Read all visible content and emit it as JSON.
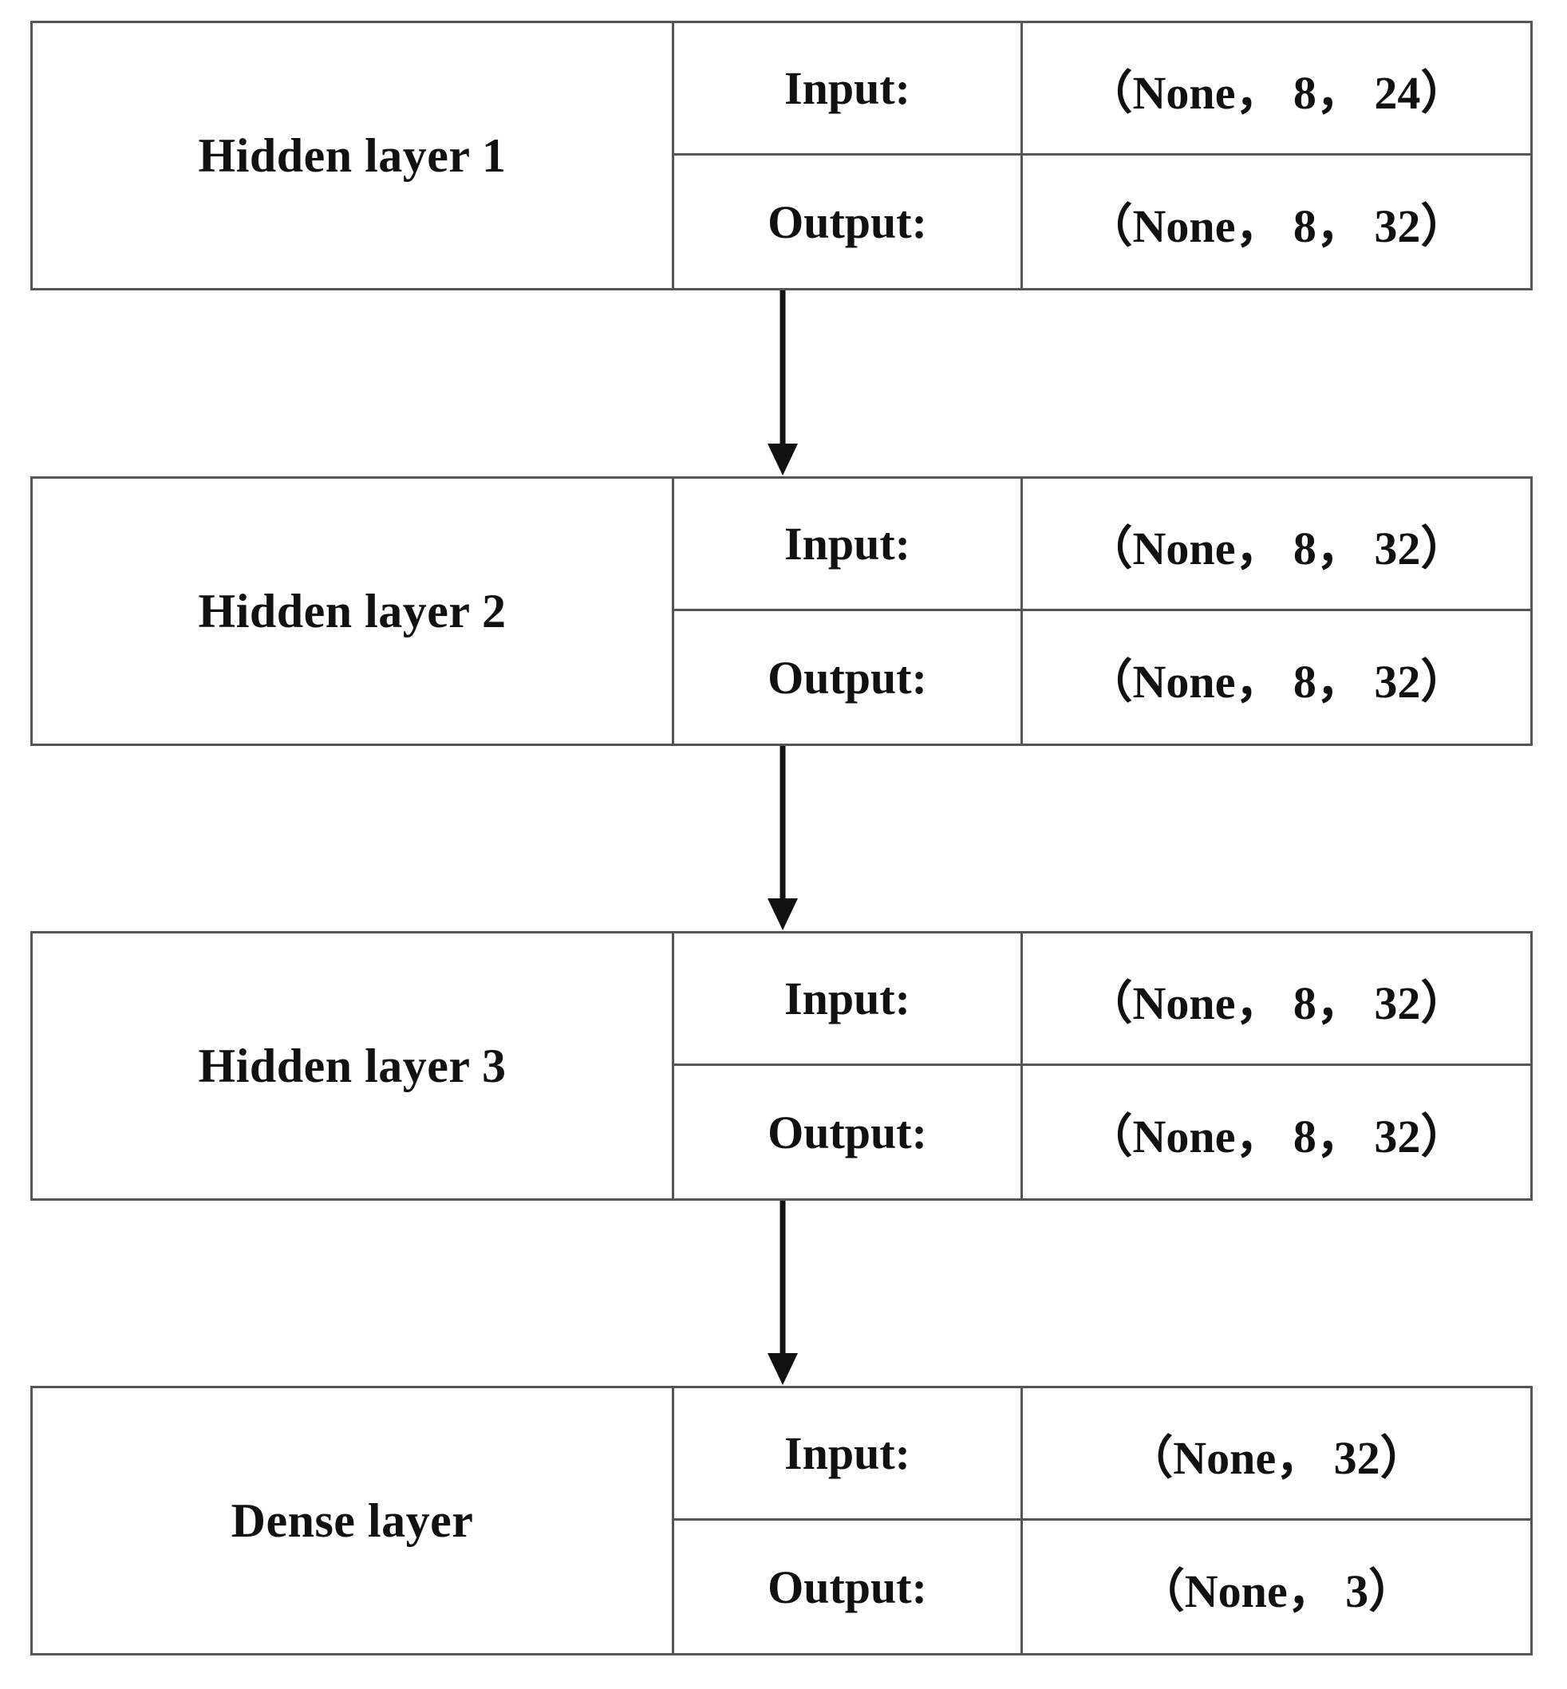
{
  "layers": [
    {
      "name": "Hidden layer 1",
      "input_label": "Input:",
      "input_value": "（None， 8， 24）",
      "output_label": "Output:",
      "output_value": "（None， 8， 32）"
    },
    {
      "name": "Hidden layer 2",
      "input_label": "Input:",
      "input_value": "（None， 8， 32）",
      "output_label": "Output:",
      "output_value": "（None， 8， 32）"
    },
    {
      "name": "Hidden layer 3",
      "input_label": "Input:",
      "input_value": "（None， 8， 32）",
      "output_label": "Output:",
      "output_value": "（None， 8， 32）"
    },
    {
      "name": "Dense layer",
      "input_label": "Input:",
      "input_value": "（None， 32）",
      "output_label": "Output:",
      "output_value": "（None， 3）"
    }
  ],
  "colors": {
    "border": "#555555",
    "text": "#111111",
    "arrow": "#111111",
    "background": "#ffffff"
  }
}
